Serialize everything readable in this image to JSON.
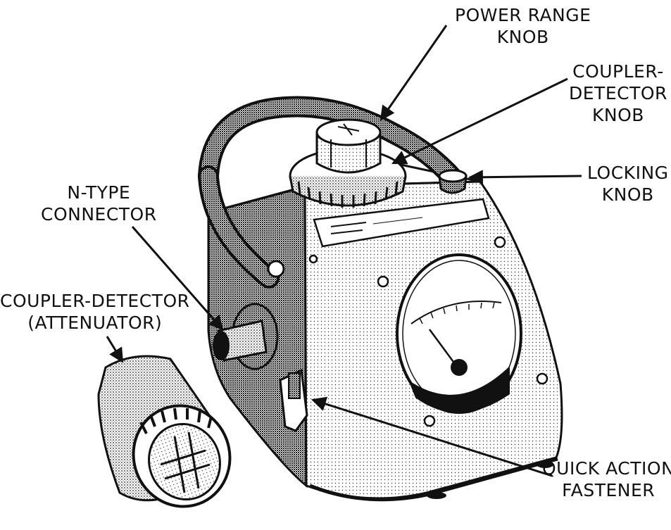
{
  "labels": {
    "power_range_knob": [
      "POWER RANGE",
      "KNOB"
    ],
    "coupler_detector_knob": [
      "COUPLER-",
      "DETECTOR",
      "KNOB"
    ],
    "locking_knob": [
      "LOCKING",
      "KNOB"
    ],
    "n_type_connector": [
      "N-TYPE",
      "CONNECTOR"
    ],
    "coupler_detector_attenuator": [
      "COUPLER-DETECTOR",
      "(ATTENUATOR)"
    ],
    "quick_action_fastener": [
      "QUICK ACTION",
      "FASTENER"
    ]
  },
  "colors": {
    "ink": "#111111",
    "paper": "#ffffff",
    "shade": "#8a8a8a"
  }
}
